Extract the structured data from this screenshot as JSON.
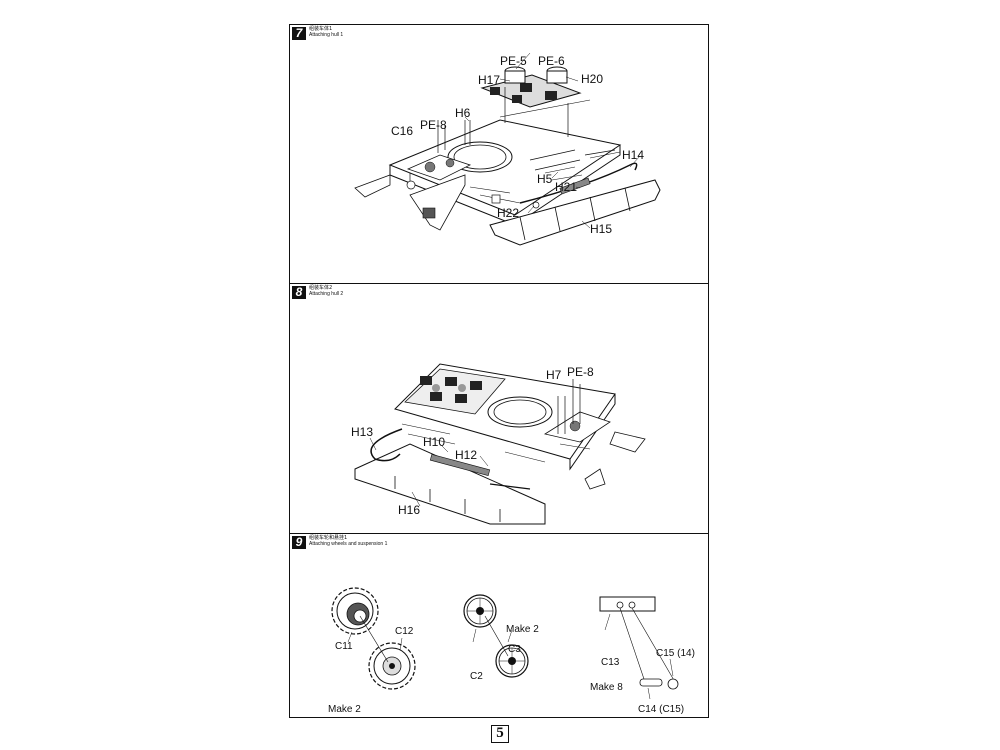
{
  "page_number": "5",
  "steps": [
    {
      "number": "7",
      "title_cn": "组装车体1",
      "title_en": "Attaching hull 1",
      "callouts": [
        "PE-5",
        "PE-6",
        "H17",
        "H20",
        "H6",
        "PE-8",
        "C16",
        "H14",
        "H5",
        "H21",
        "H22",
        "H15"
      ]
    },
    {
      "number": "8",
      "title_cn": "组装车体2",
      "title_en": "Attaching hull 2",
      "callouts": [
        "H7",
        "PE-8",
        "H13",
        "H10",
        "H12",
        "H16"
      ]
    },
    {
      "number": "9",
      "title_cn": "组装车轮和悬挂1",
      "title_en": "Attaching wheels and suspension 1",
      "callouts": [
        "C11",
        "C12",
        "Make 2",
        "Make 2",
        "C2",
        "C3",
        "C13",
        "C15 (14)",
        "Make 8",
        "C14 (C15)"
      ]
    }
  ]
}
